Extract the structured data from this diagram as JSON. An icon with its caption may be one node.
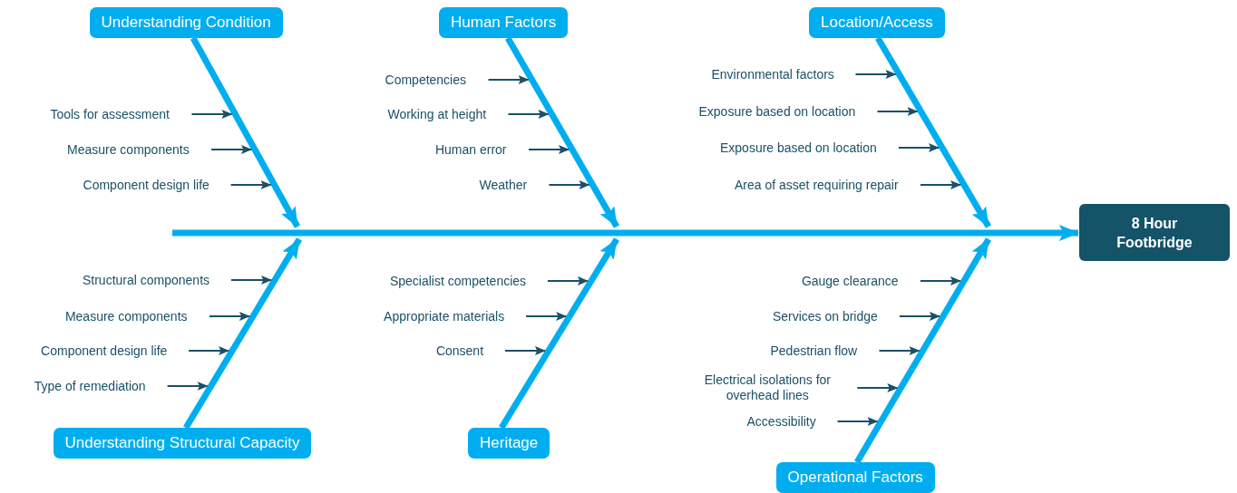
{
  "diagram": {
    "nodes": [
      {
        "text": [
          "Understanding Condition"
        ]
      },
      {
        "text": [
          "Human Factors"
        ]
      },
      {
        "text": [
          "Location/Access"
        ]
      },
      {
        "text": [
          "Tools for assessment"
        ]
      },
      {
        "text": [
          "Measure components"
        ]
      },
      {
        "text": [
          "Component design life"
        ]
      },
      {
        "text": [
          "Competencies"
        ]
      },
      {
        "text": [
          "Working at height"
        ]
      },
      {
        "text": [
          "Human error"
        ]
      },
      {
        "text": [
          "Weather"
        ]
      },
      {
        "text": [
          "Environmental factors"
        ]
      },
      {
        "text": [
          "Exposure based on location"
        ]
      },
      {
        "text": [
          "Exposure based on location"
        ]
      },
      {
        "text": [
          "Area of asset requiring repair"
        ]
      },
      {
        "text": [
          "8 Hour Footbridge"
        ]
      },
      {
        "text": [
          "Structural components"
        ]
      },
      {
        "text": [
          "Measure components"
        ]
      },
      {
        "text": [
          "Component design life"
        ]
      },
      {
        "text": [
          "Type of remediation"
        ]
      },
      {
        "text": [
          "Specialist competencies"
        ]
      },
      {
        "text": [
          "Appropriate materials"
        ]
      },
      {
        "text": [
          "Consent"
        ]
      },
      {
        "text": [
          "Gauge clearance"
        ]
      },
      {
        "text": [
          "Services on bridge"
        ]
      },
      {
        "text": [
          "Pedestrian flow"
        ]
      },
      {
        "text": [
          "Electrical isolations for overhead lines"
        ]
      },
      {
        "text": [
          "Accessibility"
        ]
      },
      {
        "text": [
          "Understanding Structural Capacity"
        ]
      },
      {
        "text": [
          "Heritage"
        ]
      },
      {
        "text": [
          "Operational Factors"
        ]
      }
    ],
    "edges": [
      {
        "from": null,
        "to": 14,
        "arrow": "to",
        "style": "thick",
        "color": "#00aeef"
      },
      {
        "from": 0,
        "to": null,
        "arrow": "to",
        "style": "thick",
        "color": "#00aeef"
      },
      {
        "from": 1,
        "to": null,
        "arrow": "to",
        "style": "thick",
        "color": "#00aeef"
      },
      {
        "from": 2,
        "to": null,
        "arrow": "to",
        "style": "thick",
        "color": "#00aeef"
      },
      {
        "from": 27,
        "to": null,
        "arrow": "to",
        "style": "thick",
        "color": "#00aeef"
      },
      {
        "from": 28,
        "to": null,
        "arrow": "to",
        "style": "thick",
        "color": "#00aeef"
      },
      {
        "from": 29,
        "to": null,
        "arrow": "to",
        "style": "thick",
        "color": "#00aeef"
      },
      {
        "from": 3,
        "to": null,
        "arrow": "to"
      },
      {
        "from": 4,
        "to": null,
        "arrow": "to"
      },
      {
        "from": 5,
        "to": null,
        "arrow": "to"
      },
      {
        "from": 6,
        "to": null,
        "arrow": "to"
      },
      {
        "from": 7,
        "to": null,
        "arrow": "to"
      },
      {
        "from": 8,
        "to": null,
        "arrow": "to"
      },
      {
        "from": 9,
        "to": null,
        "arrow": "to"
      },
      {
        "from": 10,
        "to": null,
        "arrow": "to"
      },
      {
        "from": 11,
        "to": null,
        "arrow": "to"
      },
      {
        "from": 12,
        "to": null,
        "arrow": "to"
      },
      {
        "from": 13,
        "to": null,
        "arrow": "to"
      },
      {
        "from": 15,
        "to": null,
        "arrow": "to"
      },
      {
        "from": 16,
        "to": null,
        "arrow": "to"
      },
      {
        "from": 17,
        "to": null,
        "arrow": "to"
      },
      {
        "from": 18,
        "to": null,
        "arrow": "to"
      },
      {
        "from": 19,
        "to": null,
        "arrow": "to"
      },
      {
        "from": 20,
        "to": null,
        "arrow": "to"
      },
      {
        "from": 21,
        "to": null,
        "arrow": "to"
      },
      {
        "from": 22,
        "to": null,
        "arrow": "to"
      },
      {
        "from": 23,
        "to": null,
        "arrow": "to"
      },
      {
        "from": 24,
        "to": null,
        "arrow": "to"
      },
      {
        "from": 25,
        "to": null,
        "arrow": "to"
      },
      {
        "from": 26,
        "to": null,
        "arrow": "to"
      }
    ]
  }
}
